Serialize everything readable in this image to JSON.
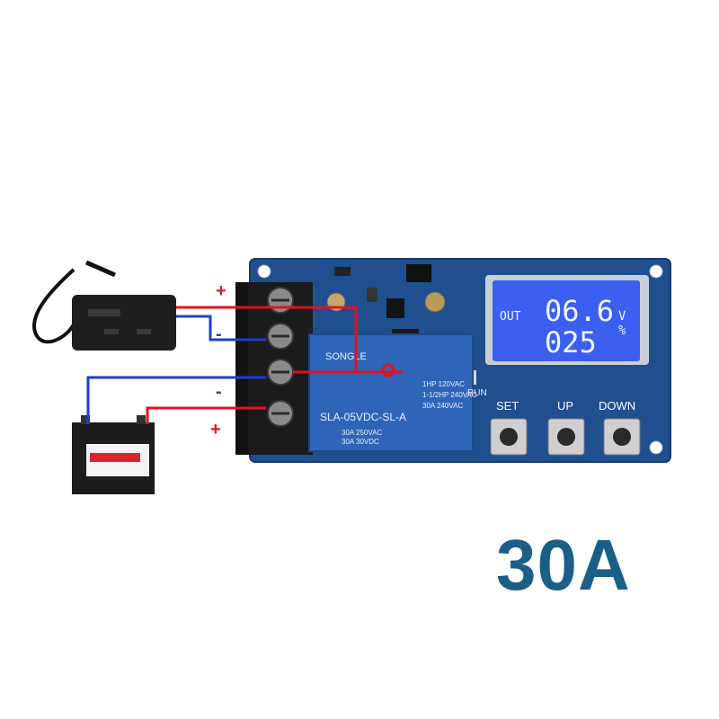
{
  "product": {
    "current_rating": "30A"
  },
  "lcd": {
    "mode_label": "OUT",
    "voltage_value": "06.6",
    "voltage_unit": "V",
    "percent_value": "025",
    "percent_unit": "%"
  },
  "board": {
    "buttons": [
      {
        "label": "SET"
      },
      {
        "label": "UP"
      },
      {
        "label": "DOWN"
      }
    ],
    "run_label": "RUN",
    "relay_brand": "SONGLE",
    "relay_model": "SLA-05VDC-SL-A",
    "relay_rating_lines": [
      "30A 250VAC",
      "30A 30VDC"
    ],
    "relay_rating_right": [
      "1HP 120VAC",
      "1-1/2HP 240VAC",
      "30A 240VAC"
    ]
  },
  "wiring": {
    "plus_top": "+",
    "minus_top": "-",
    "minus_bottom": "-",
    "plus_bottom": "+"
  },
  "colors": {
    "board": "#1f4f8f",
    "lcd": "#3b5ff0",
    "wire_red": "#e0141c",
    "wire_blue": "#1f3fd0",
    "rating_text": "#1a5f86"
  },
  "icons": [
    "charger-adapter-icon",
    "battery-icon",
    "terminal-block-icon",
    "relay-icon"
  ]
}
